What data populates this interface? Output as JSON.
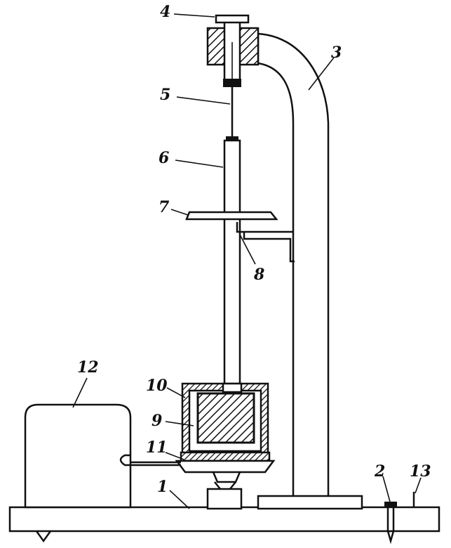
{
  "diagram": {
    "labels": [
      "1",
      "2",
      "3",
      "4",
      "5",
      "6",
      "7",
      "8",
      "9",
      "10",
      "11",
      "12",
      "13"
    ]
  },
  "colors": {
    "ink": "#111111",
    "paper": "#ffffff"
  }
}
